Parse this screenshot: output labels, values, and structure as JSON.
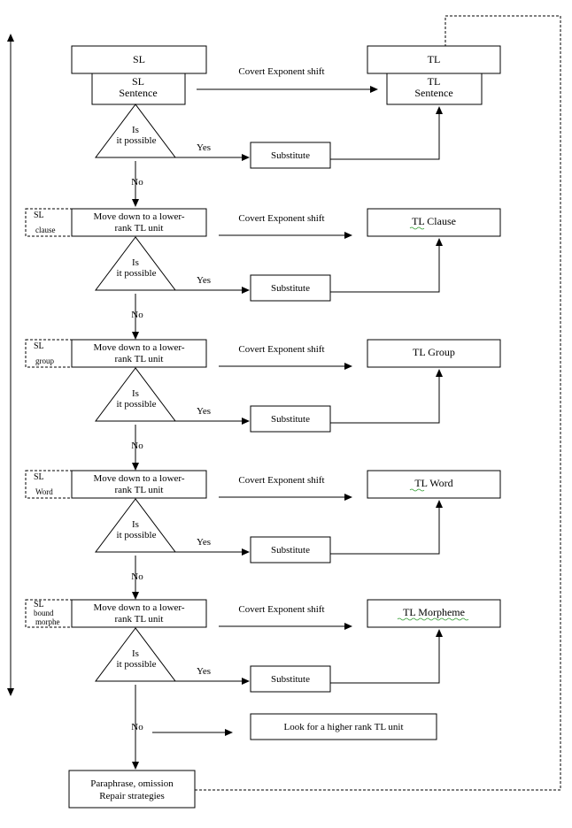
{
  "sl_label": "SL",
  "tl_label": "TL",
  "sentence": {
    "sl": [
      "SL",
      "Sentence"
    ],
    "tl": [
      "TL",
      "Sentence"
    ]
  },
  "covert_shift": "Covert Exponent shift",
  "question_line1": "Is",
  "question_line2": "it possible",
  "yes": "Yes",
  "no": "No",
  "substitute": "Substitute",
  "move_line1": "Move down to a lower-",
  "move_line2": "rank TL unit",
  "levels": [
    {
      "side_line1": "SL",
      "side_line2": "clause",
      "tl_unit": "TL  Clause"
    },
    {
      "side_line1": "SL",
      "side_line2": "group",
      "tl_unit": "TL  Group"
    },
    {
      "side_line1": "SL",
      "side_line2": "Word",
      "tl_unit": "TL  Word"
    },
    {
      "side_line1": "SL",
      "side_line2": "bound",
      "side_line3": "morphe",
      "tl_unit": "TL  Morpheme"
    }
  ],
  "higher_rank": "Look for a higher rank TL unit",
  "final": [
    "Paraphrase, omission",
    "Repair strategies"
  ]
}
